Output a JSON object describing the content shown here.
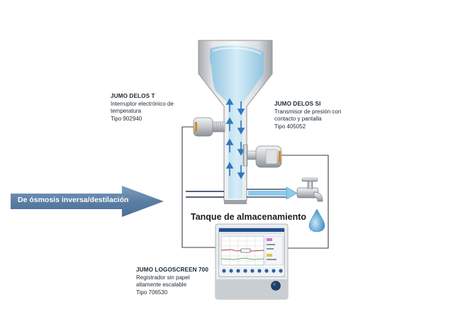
{
  "sensors": {
    "delos_t": {
      "title": "JUMO DELOS T",
      "line1": "Interruptor electrónico de",
      "line2": "temperatura",
      "line3": "Tipo 902940"
    },
    "delos_si": {
      "title": "JUMO DELOS SI",
      "line1": "Transmisor de presión con",
      "line2": "contacto y pantalla",
      "line3": "Tipo 405052"
    }
  },
  "recorder": {
    "title": "JUMO LOGOSCREEN 700",
    "line1": "Registrador sin papel",
    "line2": "altamente escalable",
    "line3": "Tipo 706530"
  },
  "inflow_label": "De ósmosis inversa/destilación",
  "tank_label": "Tanque de almacenamiento",
  "colors": {
    "arrow_blue": "#5f86ad",
    "water_blue": "#b9dcee",
    "line_blue": "#1e5aa0",
    "wire": "#2d3238",
    "drop": "#5ea8d6"
  }
}
